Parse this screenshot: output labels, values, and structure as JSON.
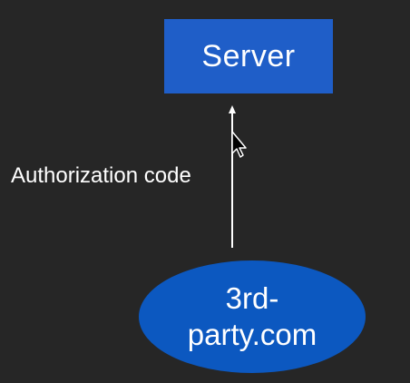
{
  "diagram": {
    "nodes": {
      "server": {
        "label": "Server",
        "shape": "rectangle",
        "fill": "#1f5ec8"
      },
      "client": {
        "label": "3rd-party.com",
        "shape": "ellipse",
        "fill": "#0c58c0"
      }
    },
    "edge": {
      "from": "client",
      "to": "server",
      "label": "Authorization code",
      "color": "#ffffff"
    }
  },
  "theme": {
    "background": "#262626",
    "text": "#ffffff"
  }
}
